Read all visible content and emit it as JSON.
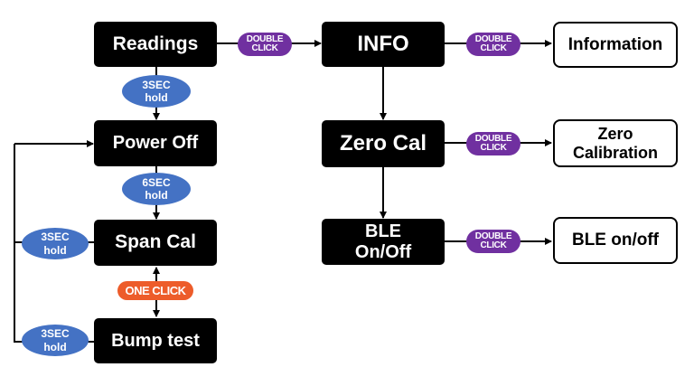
{
  "nodes": {
    "readings": "Readings",
    "power_off": "Power Off",
    "span_cal": "Span Cal",
    "bump_test": "Bump test",
    "info": "INFO",
    "zero_cal": "Zero Cal",
    "ble_line1": "BLE",
    "ble_line2": "On/Off",
    "information": "Information",
    "zero_calibration_line1": "Zero",
    "zero_calibration_line2": "Calibration",
    "ble_onoff": "BLE on/off"
  },
  "badges": {
    "double_click_line1": "DOUBLE",
    "double_click_line2": "CLICK",
    "one_click": "ONE CLICK",
    "hold_3sec": "3SEC",
    "hold_6sec": "6SEC",
    "hold": "hold"
  },
  "colors": {
    "node_dark": "#000000",
    "double_click": "#7030a0",
    "hold": "#4472c4",
    "one_click": "#ed5c2a"
  }
}
